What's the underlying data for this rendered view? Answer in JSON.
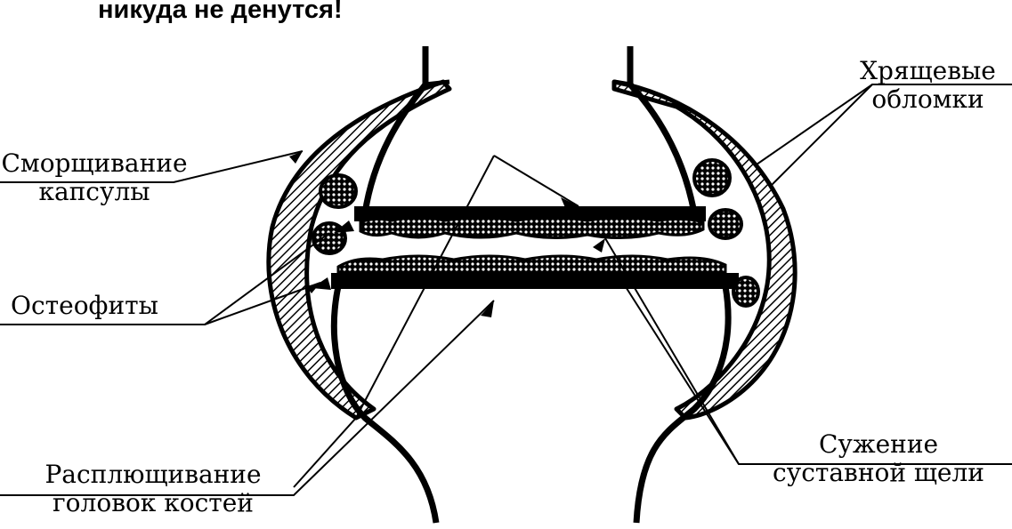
{
  "heading": "никуда не денутся!",
  "labels": {
    "capsule_line1": "Сморщивание",
    "capsule_line2": "капсулы",
    "osteophytes": "Остеофиты",
    "flattening_line1": "Расплющивание",
    "flattening_line2": "головок костей",
    "cartilage_line1": "Хрящевые",
    "cartilage_line2": "обломки",
    "narrowing_line1": "Сужение",
    "narrowing_line2": "суставной щели"
  }
}
